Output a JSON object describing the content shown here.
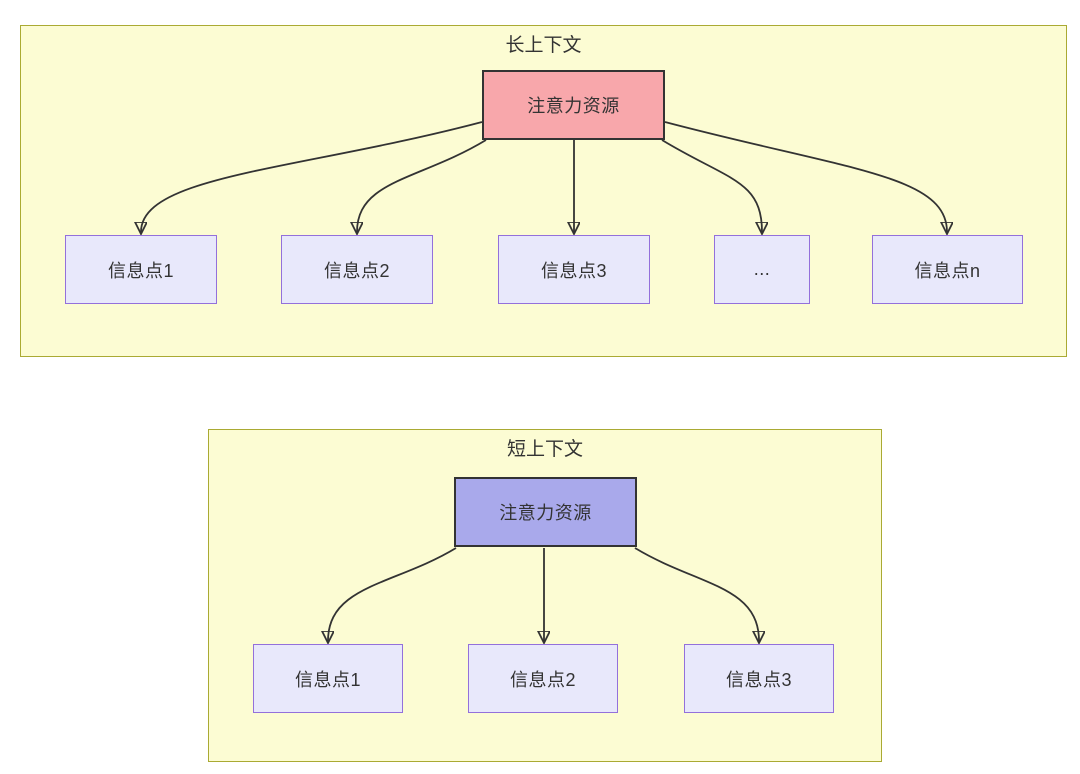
{
  "colors": {
    "page-bg": "#ffffff",
    "container-fill": "#FCFCD3",
    "container-border": "#AAAA33",
    "attention-long-fill": "#F8A7AB",
    "attention-short-fill": "#A9A9EB",
    "attention-border": "#333333",
    "info-fill": "#E8E8FB",
    "info-border": "#9370DB",
    "arrow-color": "#333333",
    "text-color": "#333333"
  },
  "long_context": {
    "title": "长上下文",
    "attention_label": "注意力资源",
    "info_points": [
      "信息点1",
      "信息点2",
      "信息点3",
      "...",
      "信息点n"
    ]
  },
  "short_context": {
    "title": "短上下文",
    "attention_label": "注意力资源",
    "info_points": [
      "信息点1",
      "信息点2",
      "信息点3"
    ]
  }
}
